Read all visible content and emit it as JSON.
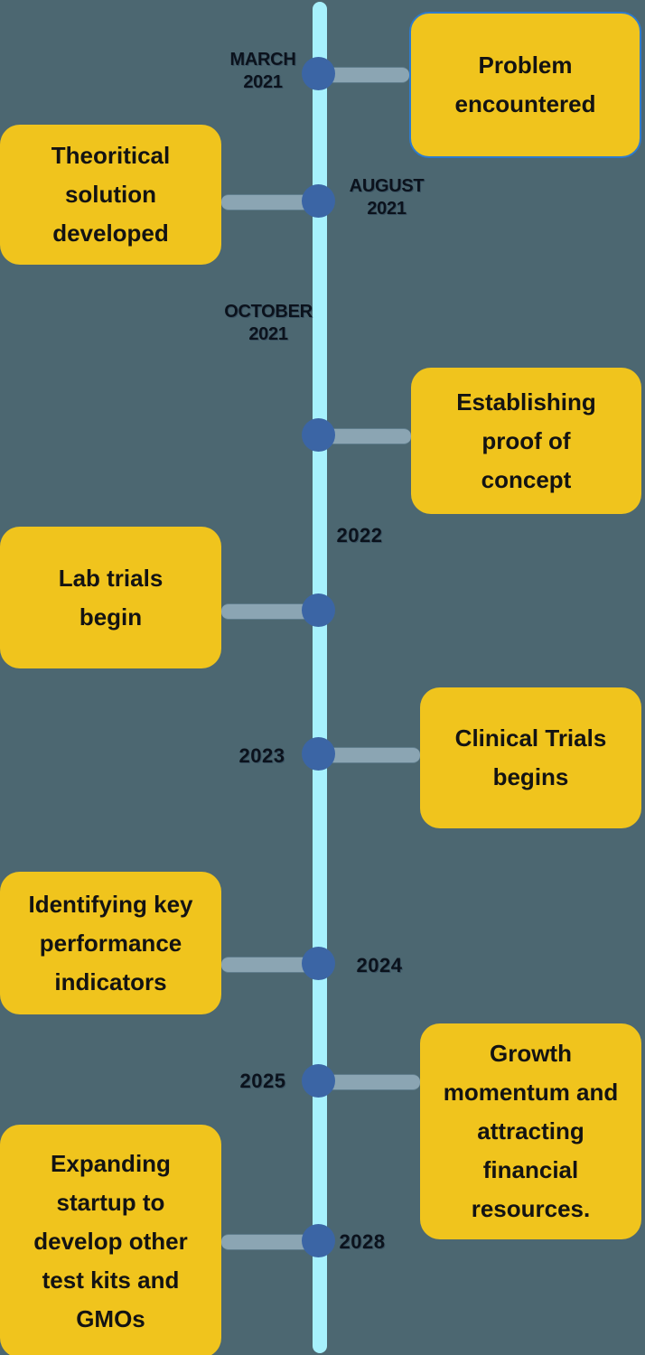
{
  "diagram_type": "vertical-timeline",
  "colors": {
    "background": "#4c6771",
    "timeline_bar": "#a7f1fd",
    "node": "#3b65a5",
    "connector": "#8ba5b3",
    "card_background": "#f0c41d",
    "card_border_accent": "#2e7bcd",
    "date_text": "#0b121c",
    "card_text": "#131313"
  },
  "events": [
    {
      "date": "MARCH\n2021",
      "label": "Problem\nencountered",
      "side": "right"
    },
    {
      "date": "AUGUST\n2021",
      "label": "Theoritical\nsolution\ndeveloped",
      "side": "left"
    },
    {
      "date": "OCTOBER\n2021",
      "label": "Establishing\nproof of\nconcept",
      "side": "right"
    },
    {
      "date": "2022",
      "label": "Lab trials\nbegin",
      "side": "left"
    },
    {
      "date": "2023",
      "label": "Clinical Trials\nbegins",
      "side": "right"
    },
    {
      "date": "2024",
      "label": "Identifying key\nperformance\nindicators",
      "side": "left"
    },
    {
      "date": "2025",
      "label": "Growth\nmomentum and\nattracting\nfinancial\nresources.",
      "side": "right"
    },
    {
      "date": "2028",
      "label": "Expanding\nstartup to\ndevelop other\ntest kits and\nGMOs",
      "side": "left"
    }
  ]
}
